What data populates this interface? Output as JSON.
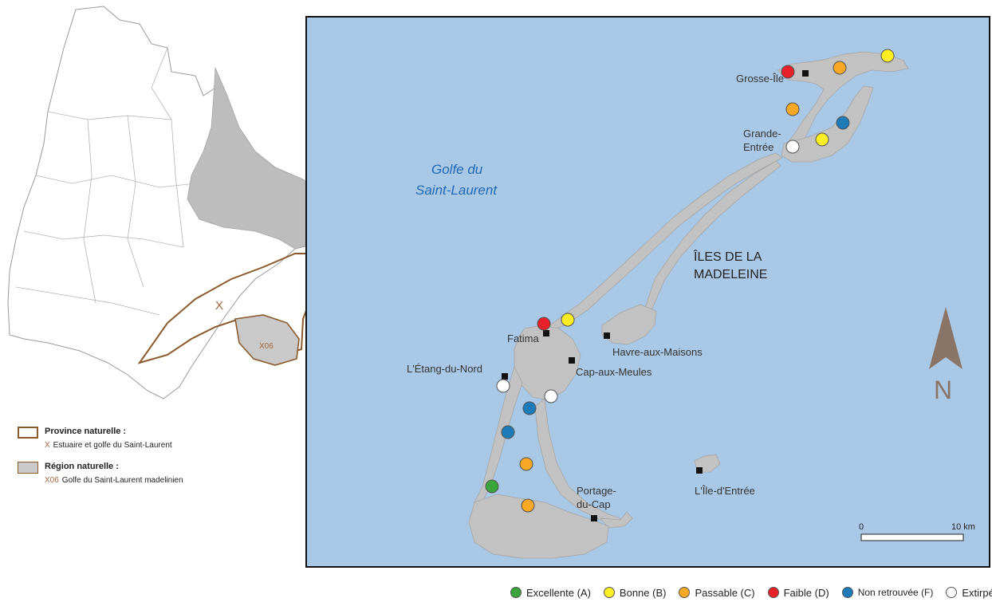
{
  "inset": {
    "marker_x": "X",
    "label_x06": "X06"
  },
  "inset_legend": {
    "province_title": "Province naturelle :",
    "province_code": "X",
    "province_name": "Estuaire et golfe du Saint-Laurent",
    "region_title": "Région naturelle :",
    "region_code": "X06",
    "region_name": "Golfe du Saint-Laurent madelinien"
  },
  "map": {
    "sea_label_line1": "Golfe du",
    "sea_label_line2": "Saint-Laurent",
    "region_label_line1": "ÎLES DE LA",
    "region_label_line2": "MADELEINE",
    "north_label": "N",
    "scale": {
      "start": "0",
      "end": "10 km"
    },
    "places": [
      {
        "id": "grosse-ile",
        "name": "Grosse-Île"
      },
      {
        "id": "grande-entree",
        "lines": [
          "Grande-",
          "Entrée"
        ]
      },
      {
        "id": "fatima",
        "name": "Fatima"
      },
      {
        "id": "havre-aux-maisons",
        "name": "Havre-aux-Maisons"
      },
      {
        "id": "cap-aux-meules",
        "name": "Cap-aux-Meules"
      },
      {
        "id": "etang-du-nord",
        "name": "L'Étang-du-Nord"
      },
      {
        "id": "portage-du-cap",
        "lines": [
          "Portage-",
          "du-Cap"
        ]
      },
      {
        "id": "ile-d-entree",
        "name": "L'Île-d'Entrée"
      }
    ]
  },
  "colors": {
    "sea": "#a9c8e6",
    "land": "#c2c2c2",
    "inset_highlight": "#b5b5b5",
    "province_outline": "#8b5a2b",
    "excellente": "#3aa53a",
    "bonne": "#ffee22",
    "passable": "#f7a825",
    "faible": "#e8202a",
    "non_retrouvee": "#1f7ab8",
    "extirpee": "#ffffff"
  },
  "legend": [
    {
      "key": "excellente",
      "label": "Excellente (A)"
    },
    {
      "key": "bonne",
      "label": "Bonne (B)"
    },
    {
      "key": "passable",
      "label": "Passable (C)"
    },
    {
      "key": "faible",
      "label": "Faible (D)"
    },
    {
      "key": "non_retrouvee",
      "label": "Non retrouvée (F)"
    },
    {
      "key": "extirpee",
      "label": "Extirpée (X)"
    }
  ],
  "occurrences": [
    {
      "status": "bonne"
    },
    {
      "status": "faible"
    },
    {
      "status": "passable"
    },
    {
      "status": "passable"
    },
    {
      "status": "non_retrouvee"
    },
    {
      "status": "extirpee"
    },
    {
      "status": "bonne"
    },
    {
      "status": "faible"
    },
    {
      "status": "bonne"
    },
    {
      "status": "extirpee"
    },
    {
      "status": "extirpee"
    },
    {
      "status": "non_retrouvee"
    },
    {
      "status": "non_retrouvee"
    },
    {
      "status": "passable"
    },
    {
      "status": "excellente"
    },
    {
      "status": "passable"
    }
  ]
}
